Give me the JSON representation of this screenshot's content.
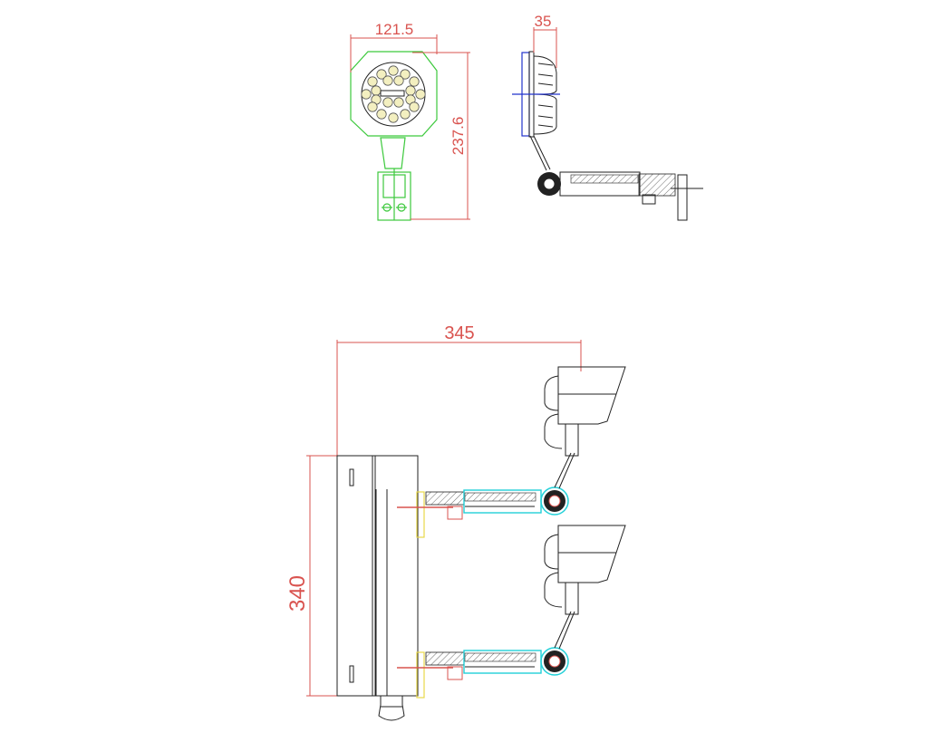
{
  "drawing": {
    "front_view": {
      "width_dim": "121.5",
      "height_dim": "237.6"
    },
    "side_view": {
      "depth_dim": "35"
    },
    "assembly_view": {
      "projection_dim": "345",
      "height_dim": "340"
    }
  },
  "colors": {
    "dimension": "#d9534f",
    "outline": "#222222",
    "front": "#3cc93c",
    "lens": "#2233cc",
    "tube": "#22d0d8",
    "bracket": "#e8d84a",
    "led": "#f3efc0"
  }
}
